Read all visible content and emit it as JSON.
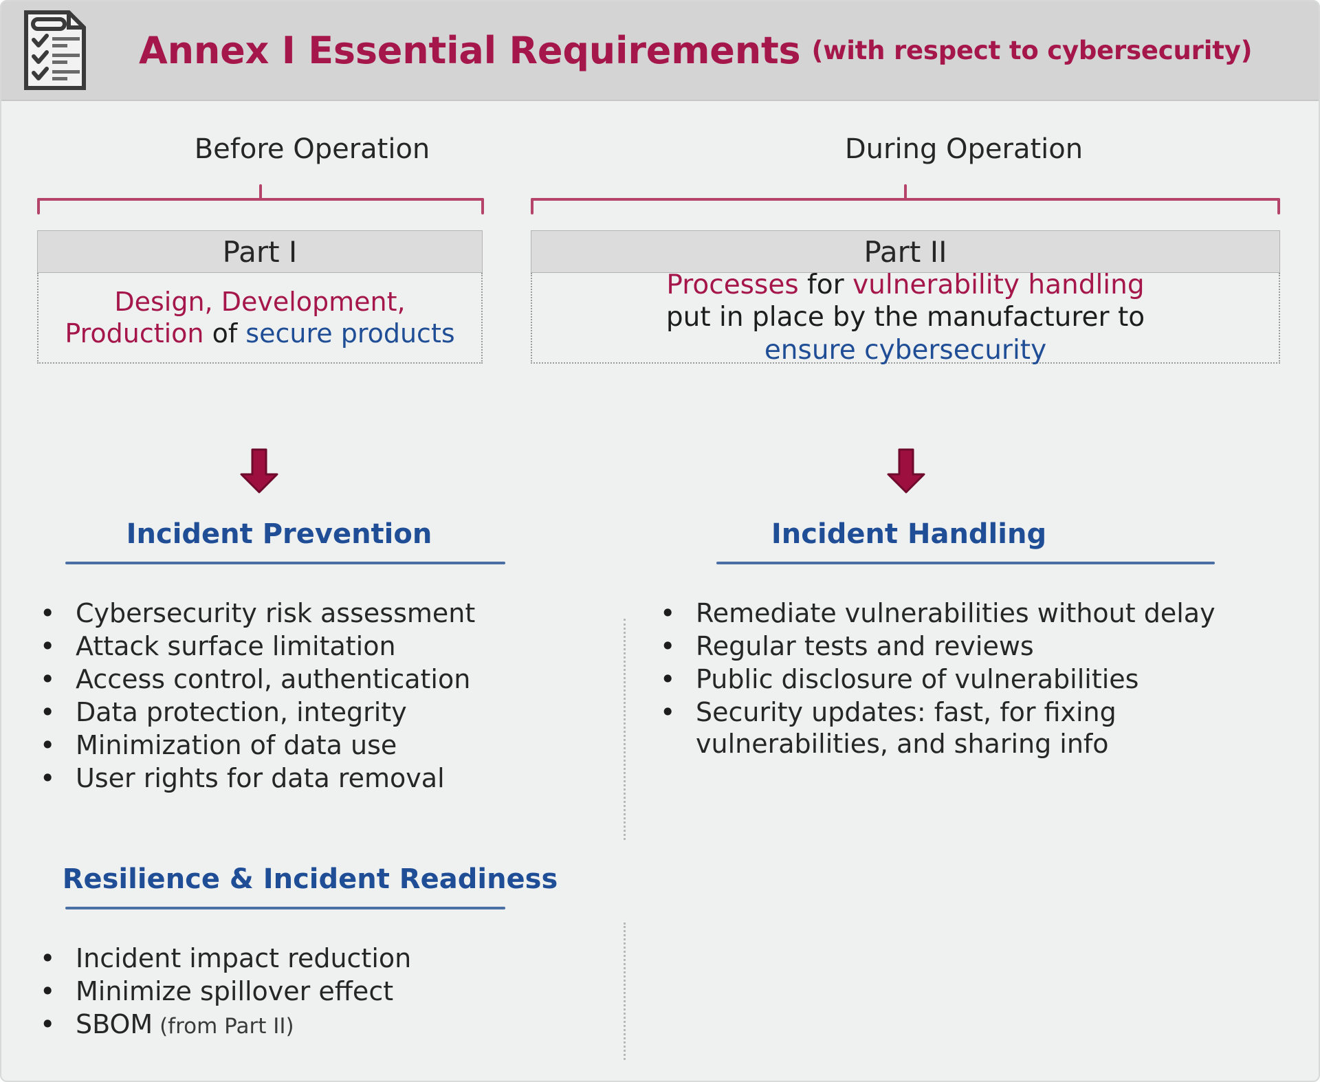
{
  "header": {
    "icon": "checklist-document-icon",
    "title": "Annex I Essential Requirements",
    "subtitle": "(with respect to cybersecurity)",
    "accent_color": "#a5174a",
    "bar_color": "#d4d4d4"
  },
  "colors": {
    "crimson": "#a5174a",
    "blue": "#1f4e96",
    "dark": "#1d1d1d",
    "bracket": "#b5446b",
    "rule": "#4a6fa5",
    "background": "#eff0f0"
  },
  "columns": {
    "left": {
      "phase_label": "Before Operation",
      "part_label": "Part I",
      "part_text": {
        "segments": [
          {
            "text": "Design, Development, Production",
            "color": "crimson"
          },
          {
            "text": " of ",
            "color": "dark"
          },
          {
            "text": "secure products",
            "color": "blue"
          }
        ],
        "line1_crimson": "Design, Development,",
        "line2_crimson": "Production",
        "line2_dark": " of ",
        "line2_blue": "secure products"
      },
      "arrow": "down-arrow-icon",
      "sections": [
        {
          "heading": "Incident Prevention",
          "bullet_marker": "•",
          "items": [
            "Cybersecurity risk assessment",
            "Attack surface limitation",
            "Access control, authentication",
            "Data protection, integrity",
            "Minimization of data use",
            "User rights for data removal"
          ]
        },
        {
          "heading": "Resilience & Incident Readiness",
          "bullet_marker": "•",
          "items": [
            "Incident impact reduction",
            "Minimize spillover effect",
            "SBOM (from Part II)"
          ],
          "items_rich": [
            {
              "main": "Incident impact reduction",
              "note": ""
            },
            {
              "main": "Minimize spillover effect",
              "note": ""
            },
            {
              "main": "SBOM",
              "note": " (from Part II)"
            }
          ]
        }
      ]
    },
    "right": {
      "phase_label": "During Operation",
      "part_label": "Part II",
      "part_text": {
        "line1_crimson_a": "Processes",
        "line1_dark": " for ",
        "line1_crimson_b": "vulnerability handling",
        "line2_dark": "put in place by the manufacturer to",
        "line3_blue": "ensure cybersecurity"
      },
      "arrow": "down-arrow-icon",
      "sections": [
        {
          "heading": "Incident Handling",
          "bullet_marker": "•",
          "items": [
            "Remediate vulnerabilities without delay",
            "Regular tests and reviews",
            "Public disclosure of vulnerabilities",
            "Security updates: fast, for fixing vulnerabilities, and sharing info"
          ]
        }
      ]
    }
  }
}
